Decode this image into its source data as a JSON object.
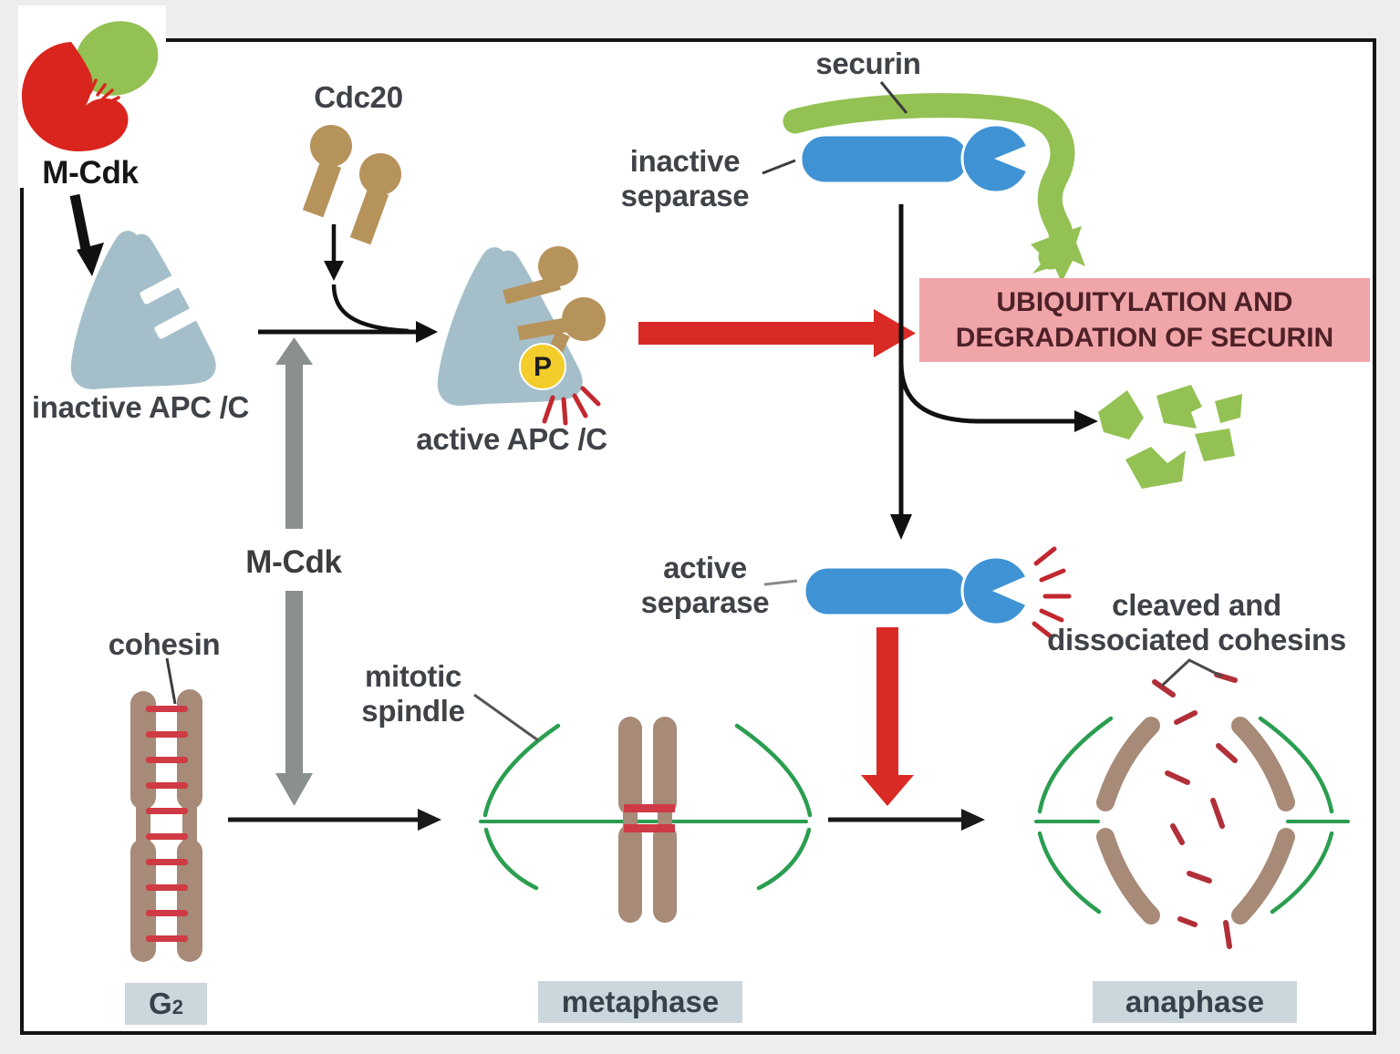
{
  "labels": {
    "m_cdk_top": "M-Cdk",
    "cdc20": "Cdc20",
    "inactive_apc": "inactive APC /C",
    "active_apc": "active APC /C",
    "securin": "securin",
    "inactive_separase": {
      "line1": "inactive",
      "line2": "separase"
    },
    "active_separase": {
      "line1": "active",
      "line2": "separase"
    },
    "m_cdk_mid": "M-Cdk",
    "cohesin": "cohesin",
    "mitotic_spindle": {
      "line1": "mitotic",
      "line2": "spindle"
    },
    "cleaved_cohesins": {
      "line1": "cleaved and",
      "line2": "dissociated cohesins"
    },
    "phosphate": "P",
    "ubiquitylation_box": {
      "line1": "UBIQUITYLATION AND",
      "line2": "DEGRADATION OF SECURIN"
    },
    "stages": {
      "g2_base": "G",
      "g2_sub": "2",
      "metaphase": "metaphase",
      "anaphase": "anaphase"
    }
  },
  "colors": {
    "background": "#ededed",
    "figure_bg": "#ffffff",
    "frame_border": "#141414",
    "apc_blue": "#a4bfca",
    "cdc20_brown": "#b7935c",
    "mcdk_red": "#d9251d",
    "cyclin_green": "#93c153",
    "separase_blue": "#3f93d4",
    "phosphate_yellow": "#f2cd2b",
    "highlight_pink": "#f0a5a9",
    "highlight_text": "#4e2127",
    "red_arrow": "#d92a25",
    "gray_arrow": "#8a9090",
    "spindle_green": "#2a9e50",
    "chromosome_brown": "#a78a77",
    "cohesin_red": "#cf3a44",
    "label_text": "#3f4347",
    "stage_box_bg": "#ccd7dd",
    "stage_text": "#35424c"
  },
  "icon_names": [
    "m-cdk-icon",
    "cdc20-icon",
    "inactive-apc-icon",
    "active-apc-icon",
    "phosphate-badge",
    "securin-icon",
    "inactive-separase-icon",
    "securin-fragments-icon",
    "active-separase-icon",
    "cohesin-chromosome-icon",
    "metaphase-spindle-icon",
    "anaphase-spindle-icon"
  ]
}
